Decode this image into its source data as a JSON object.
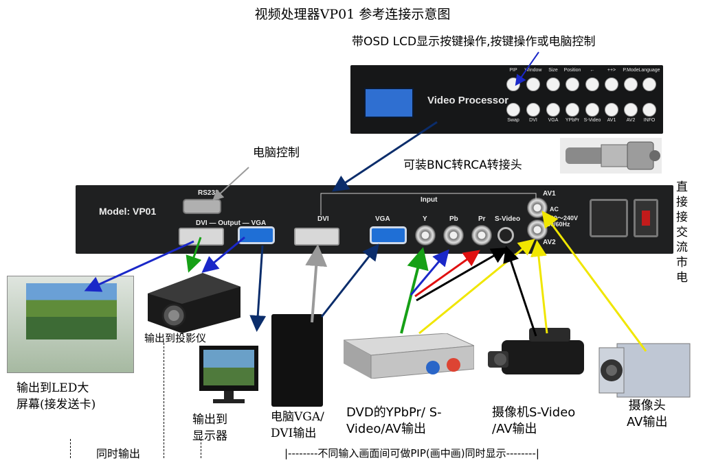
{
  "title": "视频处理器VP01 参考连接示意图",
  "front_panel": {
    "caption": "带OSD LCD显示按键操作,按键操作或电脑控制",
    "device_name": "Video Processor",
    "buttons_top": [
      "PIP",
      "Window",
      "Size",
      "Position",
      "←",
      "++>",
      "P.Mode",
      "Language"
    ],
    "buttons_bottom": [
      "Swap",
      "DVI",
      "VGA",
      "YPbPr",
      "S-Video",
      "AV1",
      "AV2",
      "INFO"
    ]
  },
  "adapter": {
    "caption": "可装BNC转RCA转接头"
  },
  "pc_control": {
    "caption": "电脑控制"
  },
  "rear_panel": {
    "model": "Model: VP01",
    "rs232": "RS232",
    "output_label": "DVI — Output — VGA",
    "input_label": "Input",
    "dvi_in": "DVI",
    "vga_in": "VGA",
    "y": "Y",
    "pb": "Pb",
    "pr": "Pr",
    "svideo": "S-Video",
    "av1": "AV1",
    "av2": "AV2",
    "ac": "AC",
    "voltage": "100～240V",
    "freq": "50/60Hz"
  },
  "power_caption": [
    "直",
    "接",
    "接",
    "交",
    "流",
    "市",
    "电"
  ],
  "outputs": {
    "led": [
      "输出到LED大",
      "屏幕(接发送卡)"
    ],
    "projector": "输出到投影仪",
    "monitor": [
      "输出到",
      "显示器"
    ],
    "simultaneous": "同时输出"
  },
  "inputs": {
    "pc": [
      "电脑VGA/",
      "DVI输出"
    ],
    "dvd": [
      "DVD的YPbPr/ S-",
      "Video/AV输出"
    ],
    "camcorder": [
      "摄像机S-Video",
      "/AV输出"
    ],
    "camera": [
      "摄像头",
      "AV输出"
    ]
  },
  "pip_note": "|--------不同输入画面间可做PIP(画中画)同时显示--------|",
  "colors": {
    "navy": "#0b2d6b",
    "blue": "#1a28c8",
    "green": "#16a016",
    "red": "#e01010",
    "yellow": "#ffff00",
    "gray": "#9a9a9a",
    "black": "#000000"
  }
}
